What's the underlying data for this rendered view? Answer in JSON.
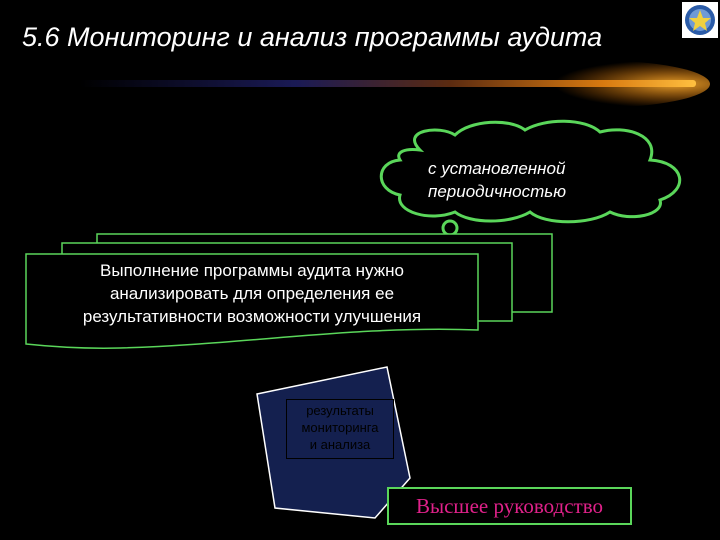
{
  "title": "5.6 Мониторинг и анализ программы аудита",
  "cloud": {
    "line1": "с установленной",
    "line2": "периодичностью"
  },
  "card": {
    "line1": "Выполнение программы аудита  нужно",
    "line2": "анализировать для определения ее",
    "line3": "результативности  возможности улучшения"
  },
  "results": {
    "line1": "результаты",
    "line2": "мониторинга",
    "line3": "и анализа"
  },
  "management_label": "Высшее руководство",
  "colors": {
    "accent_green": "#5ad65a",
    "navy": "#14204f",
    "magenta": "#e0218a",
    "orange": "#ff9a1a"
  }
}
